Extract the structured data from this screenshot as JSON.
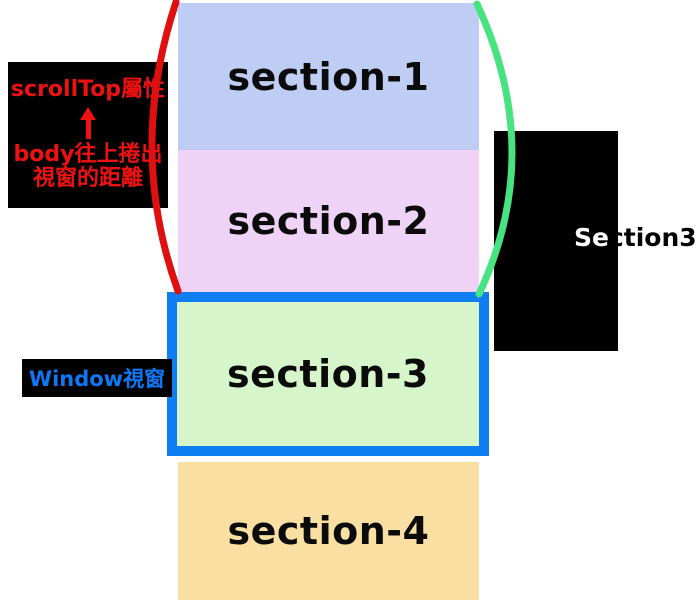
{
  "diagram": {
    "title_meaning": "scrollTop diagram",
    "sections": [
      {
        "id": "section-1",
        "label": "section-1",
        "bg": "#bfcdf4"
      },
      {
        "id": "section-2",
        "label": "section-2",
        "bg": "#eed3f6"
      },
      {
        "id": "section-3",
        "label": "section-3",
        "bg": "#d6f5cb"
      },
      {
        "id": "section-4",
        "label": "section-4",
        "bg": "#f9e0a2"
      }
    ],
    "viewport": {
      "label": "Window視窗",
      "border_color": "#0e7ef2",
      "label_color": "#0d78f5"
    },
    "scrolltop_note": {
      "title": "scrollTop屬性",
      "arrow_icon": "up-arrow",
      "desc_line1": "body往上捲出",
      "desc_line2": "視窗的距離",
      "text_color": "#ee1111",
      "bg": "#000000"
    },
    "right_label": {
      "full_text": "Section3",
      "visible_white_part": "Se",
      "visible_dark_part": "ction3"
    },
    "colors": {
      "red_bracket": "#e11010",
      "green_bracket": "#47e381",
      "black_box": "#000000",
      "page_bg": "#ffffff"
    }
  }
}
